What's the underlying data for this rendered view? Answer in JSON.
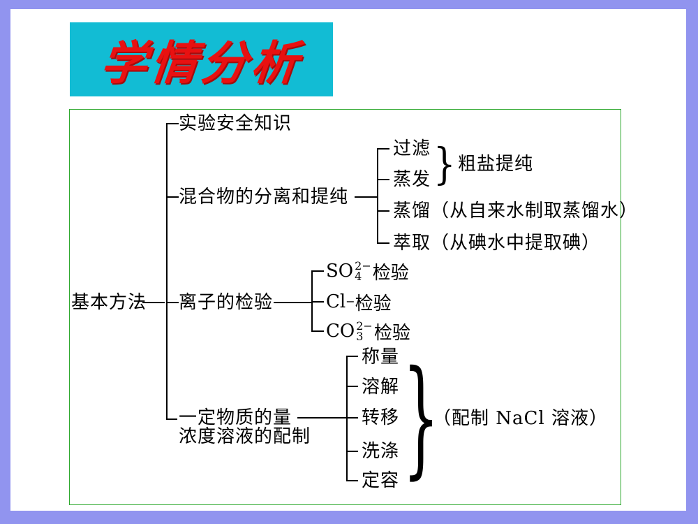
{
  "slide": {
    "title": "学情分析",
    "colors": {
      "page_background": "#9194ef",
      "title_banner_background": "#12bcd4",
      "title_text_color": "#e81111",
      "diagram_border_color": "#2ea82e",
      "line_color": "#000000"
    }
  },
  "diagram": {
    "brace_glyph": "}",
    "root_label": "基本方法",
    "branch1": {
      "label": "实验安全知识"
    },
    "branch2": {
      "label": "混合物的分离和提纯",
      "items": [
        "过滤",
        "蒸发",
        "蒸馏（从自来水制取蒸馏水）",
        "萃取（从碘水中提取碘）"
      ],
      "group_note": "粗盐提纯"
    },
    "branch3": {
      "label": "离子的检验",
      "ions": [
        {
          "base": "SO",
          "sup": "2−",
          "sub": "4",
          "suffix": " 检验"
        },
        {
          "base": "Cl",
          "sup": "−",
          "suffix": "检验"
        },
        {
          "base": "CO",
          "sup": "2−",
          "sub": "3",
          "suffix": " 检验"
        }
      ]
    },
    "branch4": {
      "label_line1": "一定物质的量",
      "label_line2": "浓度溶液的配制",
      "steps": [
        "称量",
        "溶解",
        "转移",
        "洗涤",
        "定容"
      ],
      "group_note": "（配制 NaCl 溶液）"
    }
  }
}
